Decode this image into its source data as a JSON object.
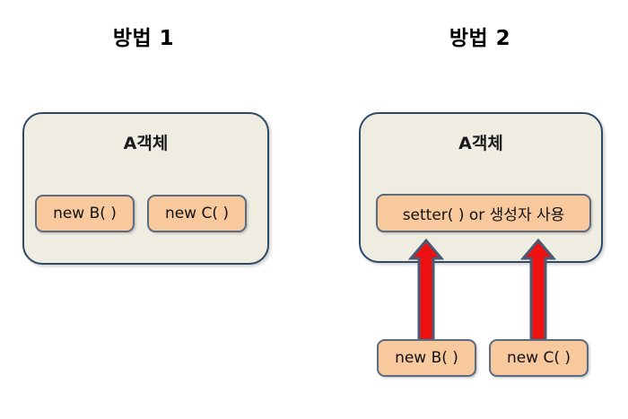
{
  "diagram": {
    "background_color": "#ffffff",
    "panels": [
      {
        "title": "방법 1",
        "object_label": "A객체",
        "inner_boxes": [
          {
            "label": "new B( )"
          },
          {
            "label": "new C( )"
          }
        ]
      },
      {
        "title": "방법 2",
        "object_label": "A객체",
        "inner_boxes": [
          {
            "label": "setter( ) or 생성자 사용"
          }
        ],
        "external_boxes": [
          {
            "label": "new B( )"
          },
          {
            "label": "new C( )"
          }
        ],
        "arrows": [
          {
            "name": "arrow-from-new-b",
            "direction": "up",
            "color": "#EE1111"
          },
          {
            "name": "arrow-from-new-c",
            "direction": "up",
            "color": "#EE1111"
          }
        ]
      }
    ],
    "colors": {
      "container_fill": "#EFEDE2",
      "container_border": "#2E4A66",
      "code_box_fill": "#F8C99D",
      "code_box_border": "#5B6B80",
      "arrow_fill": "#EE1111",
      "arrow_border": "#4A5A75",
      "title_text": "#000000"
    }
  }
}
